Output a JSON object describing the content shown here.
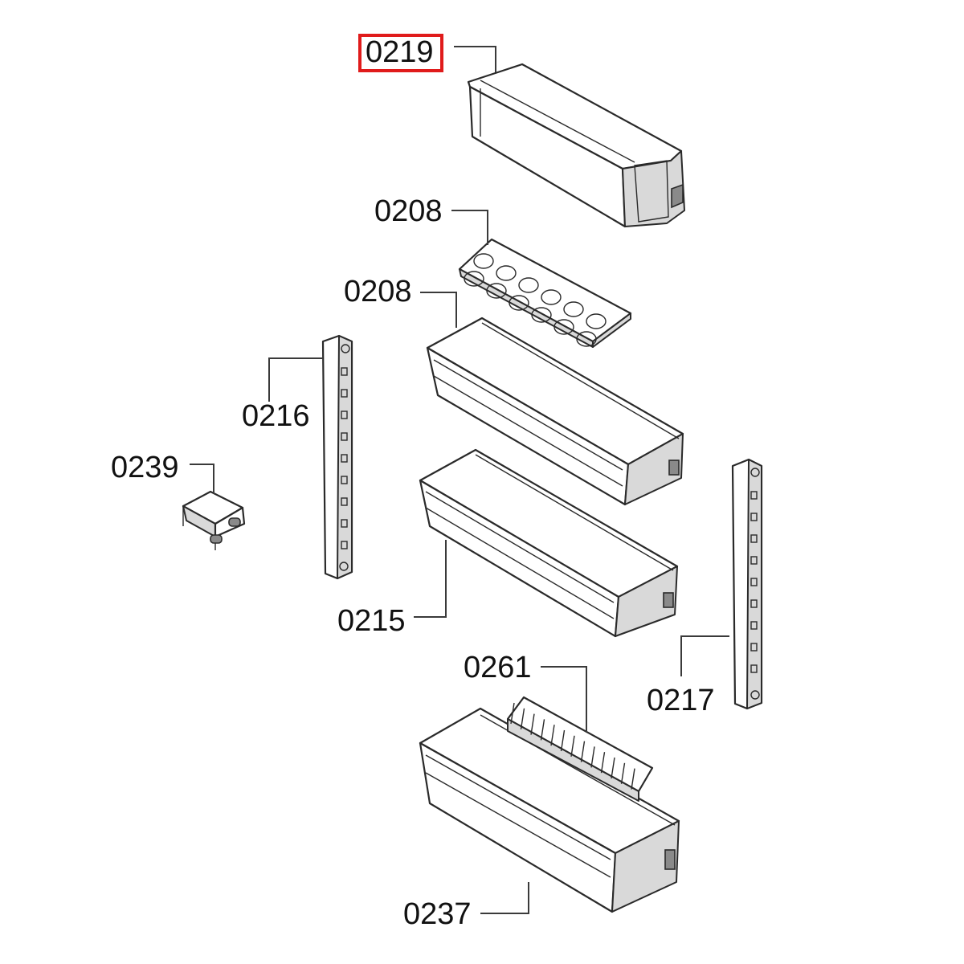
{
  "highlight_color": "#e01b1b",
  "labels": {
    "p0219": "0219",
    "p0208a": "0208",
    "p0208b": "0208",
    "p0216": "0216",
    "p0239": "0239",
    "p0215": "0215",
    "p0261": "0261",
    "p0217": "0217",
    "p0237": "0237"
  },
  "highlighted_part": "0219"
}
